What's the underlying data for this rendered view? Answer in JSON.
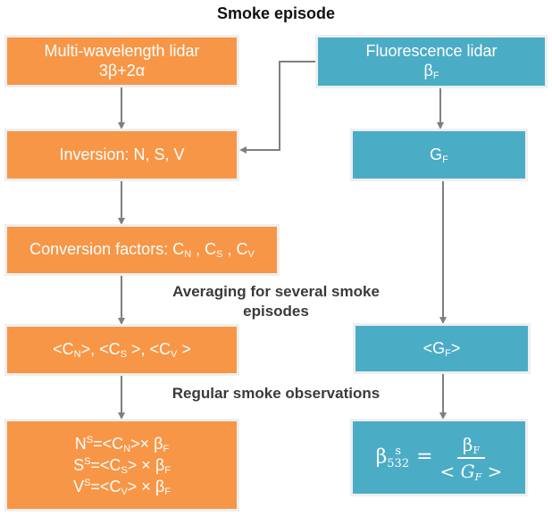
{
  "title": "Smoke episode",
  "colors": {
    "orange_box": "#f79646",
    "blue_box": "#4bacc6",
    "arrow": "#7f7f7f",
    "label_text": "#3a3a3a"
  },
  "nodes": {
    "multiwavelength": {
      "line1": "Multi-wavelength lidar",
      "line2": "3β+2α"
    },
    "fluorescence": {
      "line1": "Fluorescence lidar",
      "beta": "β",
      "beta_sub": "F"
    },
    "inversion": {
      "text": "Inversion: N,  S,  V"
    },
    "gf": {
      "main": "G",
      "sub": "F"
    },
    "conversion": {
      "prefix": "Conversion factors: ",
      "c": "C",
      "sub_n": "N",
      "sub_s": "S",
      "sub_v": "V",
      "sep": " ,  "
    },
    "averages": {
      "lt": "<",
      "gt": ">",
      "c": "C",
      "sub_n": "N",
      "sub_s": "S",
      "sub_v": "V",
      "sep": ", "
    },
    "mean_gf": {
      "lt": "<",
      "main": "G",
      "sub": "F",
      "gt": ">"
    },
    "results": [
      {
        "var": "N",
        "sup": "S",
        "eq": "=<C",
        "csub": "N",
        "tail": ">× β",
        "bsub": "F"
      },
      {
        "var": "S",
        "sup": "S",
        "eq": "=<C",
        "csub": "S",
        "tail": "> × β",
        "bsub": "F"
      },
      {
        "var": "V",
        "sup": "S",
        "eq": "=<C",
        "csub": "V",
        "tail": "> × β",
        "bsub": "F"
      }
    ],
    "formula": {
      "lhs": "β",
      "lhs_sup": "s",
      "lhs_sub": "532",
      "eq": "=",
      "num": "β",
      "num_sub": "F",
      "den_lt": "< ",
      "den": "G",
      "den_sub": "F",
      "den_gt": " >"
    }
  },
  "labels": {
    "averaging_line1": "Averaging for several smoke",
    "averaging_line2": "episodes",
    "regular": "Regular smoke observations"
  }
}
